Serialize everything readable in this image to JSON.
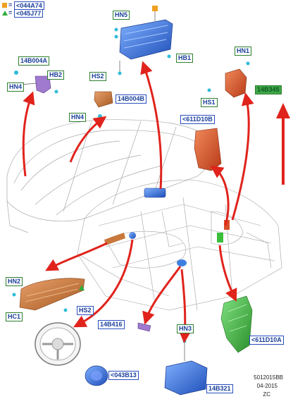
{
  "legend": [
    {
      "marker": "orange-square",
      "code": "<044A74"
    },
    {
      "marker": "green-triangle",
      "code": "<045J77"
    }
  ],
  "labels": {
    "hn5": "HN5",
    "hb1": "HB1",
    "hs2_top": "HS2",
    "b14_004a": "14B004A",
    "hb2": "HB2",
    "hn4_left": "HN4",
    "b14_004b": "14B004B",
    "hn4_mid": "HN4",
    "hn1": "HN1",
    "b14_345": "14B345",
    "hs1": "HS1",
    "d611_10b": "<611D10B",
    "hn2": "HN2",
    "hc1": "HC1",
    "hs2_bottom": "HS2",
    "b14_416": "14B416",
    "hn3": "HN3",
    "d611_10a": "<611D10A",
    "b043_13": "<043B13",
    "b14_321": "14B321"
  },
  "footer": {
    "code": "5012015BB",
    "date": "04-2015",
    "mark": "ZC"
  },
  "colors": {
    "arrow": "#e0231c",
    "label_border_blue": "#2a4fbf",
    "label_border_green": "#2f7f2f",
    "label_text": "#1a3f9a",
    "airbag_blue": "#2f6fd6",
    "module_orange": "#d8502a",
    "sensor_green": "#3bbf3b"
  }
}
